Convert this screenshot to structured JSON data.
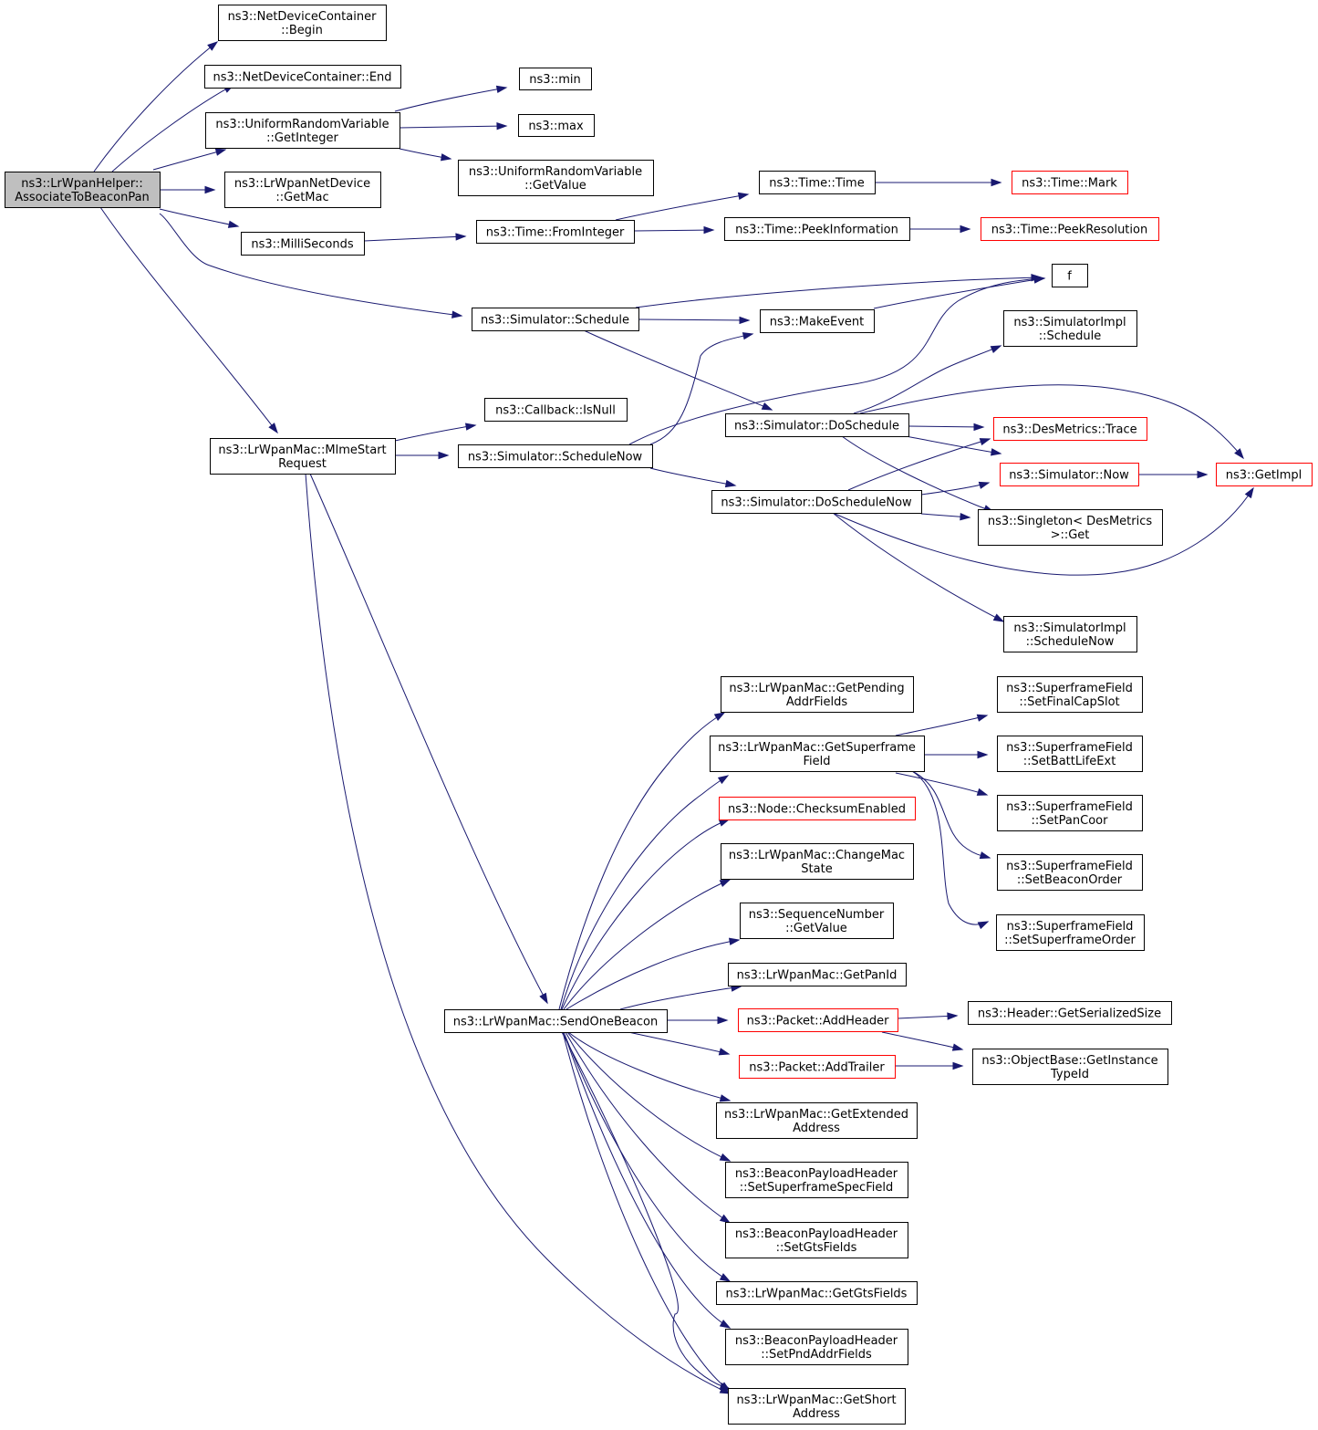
{
  "title": "ns3::LrWpanHelper::AssociateToBeaconPan call graph",
  "colors": {
    "edge": "#191970",
    "node_border": "#000000",
    "node_border_truncated": "#ff0000",
    "root_fill": "#bfbfbf",
    "node_fill": "#ffffff"
  },
  "nodes": [
    {
      "id": "root",
      "lines": [
        "ns3::LrWpanHelper::",
        "AssociateToBeaconPan"
      ],
      "root": true
    },
    {
      "id": "ndc_begin",
      "lines": [
        "ns3::NetDeviceContainer",
        "::Begin"
      ]
    },
    {
      "id": "ndc_end",
      "lines": [
        "ns3::NetDeviceContainer::End"
      ]
    },
    {
      "id": "urv_getint",
      "lines": [
        "ns3::UniformRandomVariable",
        "::GetInteger"
      ]
    },
    {
      "id": "min",
      "lines": [
        "ns3::min"
      ]
    },
    {
      "id": "max",
      "lines": [
        "ns3::max"
      ]
    },
    {
      "id": "urv_getval",
      "lines": [
        "ns3::UniformRandomVariable",
        "::GetValue"
      ]
    },
    {
      "id": "netdev_getmac",
      "lines": [
        "ns3::LrWpanNetDevice",
        "::GetMac"
      ]
    },
    {
      "id": "milliseconds",
      "lines": [
        "ns3::MilliSeconds"
      ]
    },
    {
      "id": "time_fromint",
      "lines": [
        "ns3::Time::FromInteger"
      ]
    },
    {
      "id": "time_time",
      "lines": [
        "ns3::Time::Time"
      ]
    },
    {
      "id": "time_mark",
      "lines": [
        "ns3::Time::Mark"
      ],
      "truncated": true
    },
    {
      "id": "time_peekinfo",
      "lines": [
        "ns3::Time::PeekInformation"
      ]
    },
    {
      "id": "time_peekres",
      "lines": [
        "ns3::Time::PeekResolution"
      ],
      "truncated": true
    },
    {
      "id": "f",
      "lines": [
        "f"
      ]
    },
    {
      "id": "sim_schedule",
      "lines": [
        "ns3::Simulator::Schedule"
      ]
    },
    {
      "id": "makeevent",
      "lines": [
        "ns3::MakeEvent"
      ]
    },
    {
      "id": "simimpl_schedule",
      "lines": [
        "ns3::SimulatorImpl",
        "::Schedule"
      ]
    },
    {
      "id": "callback_isnull",
      "lines": [
        "ns3::Callback::IsNull"
      ]
    },
    {
      "id": "sim_doschedule",
      "lines": [
        "ns3::Simulator::DoSchedule"
      ]
    },
    {
      "id": "desmetrics_trace",
      "lines": [
        "ns3::DesMetrics::Trace"
      ],
      "truncated": true
    },
    {
      "id": "mlme_start",
      "lines": [
        "ns3::LrWpanMac::MlmeStart",
        "Request"
      ]
    },
    {
      "id": "sim_schedulenow",
      "lines": [
        "ns3::Simulator::ScheduleNow"
      ]
    },
    {
      "id": "sim_now",
      "lines": [
        "ns3::Simulator::Now"
      ],
      "truncated": true
    },
    {
      "id": "getimpl",
      "lines": [
        "ns3::GetImpl"
      ],
      "truncated": true
    },
    {
      "id": "sim_doschedulenow",
      "lines": [
        "ns3::Simulator::DoScheduleNow"
      ]
    },
    {
      "id": "singleton_get",
      "lines": [
        "ns3::Singleton< DesMetrics",
        " >::Get"
      ]
    },
    {
      "id": "simimpl_schedulenow",
      "lines": [
        "ns3::SimulatorImpl",
        "::ScheduleNow"
      ]
    },
    {
      "id": "mac_getpending",
      "lines": [
        "ns3::LrWpanMac::GetPending",
        "AddrFields"
      ]
    },
    {
      "id": "sf_setfinalcap",
      "lines": [
        "ns3::SuperframeField",
        "::SetFinalCapSlot"
      ]
    },
    {
      "id": "mac_getsuperframe",
      "lines": [
        "ns3::LrWpanMac::GetSuperframe",
        "Field"
      ]
    },
    {
      "id": "sf_setbattlife",
      "lines": [
        "ns3::SuperframeField",
        "::SetBattLifeExt"
      ]
    },
    {
      "id": "node_checksum",
      "lines": [
        "ns3::Node::ChecksumEnabled"
      ],
      "truncated": true
    },
    {
      "id": "sf_setpancoor",
      "lines": [
        "ns3::SuperframeField",
        "::SetPanCoor"
      ]
    },
    {
      "id": "mac_changestate",
      "lines": [
        "ns3::LrWpanMac::ChangeMac",
        "State"
      ]
    },
    {
      "id": "sf_setbeaconorder",
      "lines": [
        "ns3::SuperframeField",
        "::SetBeaconOrder"
      ]
    },
    {
      "id": "seqnum_getvalue",
      "lines": [
        "ns3::SequenceNumber",
        "::GetValue"
      ]
    },
    {
      "id": "sf_setsuperframeorder",
      "lines": [
        "ns3::SuperframeField",
        "::SetSuperframeOrder"
      ]
    },
    {
      "id": "mac_getpanid",
      "lines": [
        "ns3::LrWpanMac::GetPanId"
      ]
    },
    {
      "id": "mac_sendbeacon",
      "lines": [
        "ns3::LrWpanMac::SendOneBeacon"
      ]
    },
    {
      "id": "packet_addheader",
      "lines": [
        "ns3::Packet::AddHeader"
      ],
      "truncated": true
    },
    {
      "id": "header_getsize",
      "lines": [
        "ns3::Header::GetSerializedSize"
      ]
    },
    {
      "id": "packet_addtrailer",
      "lines": [
        "ns3::Packet::AddTrailer"
      ],
      "truncated": true
    },
    {
      "id": "objbase_gettypeid",
      "lines": [
        "ns3::ObjectBase::GetInstance",
        "TypeId"
      ]
    },
    {
      "id": "mac_getextaddr",
      "lines": [
        "ns3::LrWpanMac::GetExtended",
        "Address"
      ]
    },
    {
      "id": "bph_setsuperframe",
      "lines": [
        "ns3::BeaconPayloadHeader",
        "::SetSuperframeSpecField"
      ]
    },
    {
      "id": "bph_setgts",
      "lines": [
        "ns3::BeaconPayloadHeader",
        "::SetGtsFields"
      ]
    },
    {
      "id": "mac_getgts",
      "lines": [
        "ns3::LrWpanMac::GetGtsFields"
      ]
    },
    {
      "id": "bph_setpnd",
      "lines": [
        "ns3::BeaconPayloadHeader",
        "::SetPndAddrFields"
      ]
    },
    {
      "id": "mac_getshort",
      "lines": [
        "ns3::LrWpanMac::GetShort",
        "Address"
      ]
    }
  ]
}
